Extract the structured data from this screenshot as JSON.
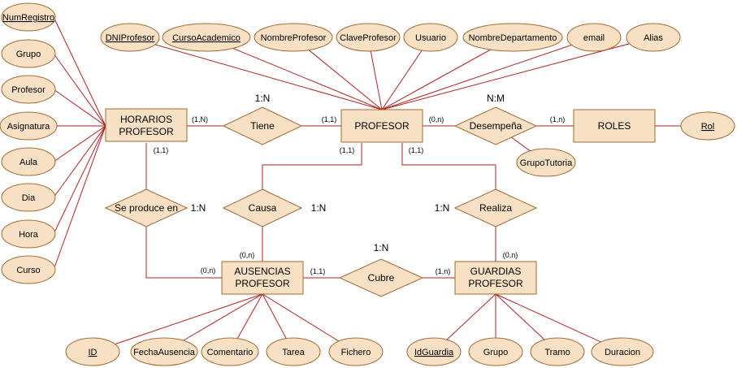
{
  "entities": {
    "horarios": [
      "HORARIOS",
      "PROFESOR"
    ],
    "profesor": "PROFESOR",
    "roles": "ROLES",
    "ausencias": [
      "AUSENCIAS",
      "PROFESOR"
    ],
    "guardias": [
      "GUARDIAS",
      "PROFESOR"
    ]
  },
  "relationships": {
    "tiene": "Tiene",
    "desempena": "Desempeña",
    "causa": "Causa",
    "realiza": "Realiza",
    "se_produce": "Se produce en",
    "cubre": "Cubre"
  },
  "ratios": {
    "tiene": "1:N",
    "desempena": "N:M",
    "causa": "1:N",
    "realiza": "1:N",
    "se_produce": "1:N",
    "cubre": "1:N"
  },
  "cardinalities": {
    "horarios_tiene": "(1,N)",
    "profesor_tiene": "(1,1)",
    "profesor_desempena": "(0,n)",
    "roles_desempena": "(1,n)",
    "profesor_causa": "(1,1)",
    "profesor_realiza": "(1,1)",
    "horarios_seproduce": "(1,1)",
    "ausencias_causa": "(0,n)",
    "ausencias_seproduce": "(0,n)",
    "ausencias_cubre": "(1,1)",
    "guardias_cubre": "(1,n)",
    "guardias_realiza": "(0,n)"
  },
  "attributes": {
    "horarios": [
      "NumRegistro",
      "Grupo",
      "Profesor",
      "Asignatura",
      "Aula",
      "Dia",
      "Hora",
      "Curso"
    ],
    "profesor": [
      "DNIProfesor",
      "CursoAcademico",
      "NombreProfesor",
      "ClaveProfesor",
      "Usuario",
      "NombreDepartamento",
      "email",
      "Alias"
    ],
    "roles": [
      "Rol"
    ],
    "desempena": [
      "GrupoTutoria"
    ],
    "ausencias": [
      "ID",
      "FechaAusencia",
      "Comentario",
      "Tarea",
      "Fichero"
    ],
    "guardias": [
      "IdGuardia",
      "Grupo",
      "Tramo",
      "Duracion"
    ]
  },
  "key_attributes": [
    "NumRegistro",
    "DNIProfesor",
    "CursoAcademico",
    "Rol",
    "ID",
    "IdGuardia"
  ]
}
